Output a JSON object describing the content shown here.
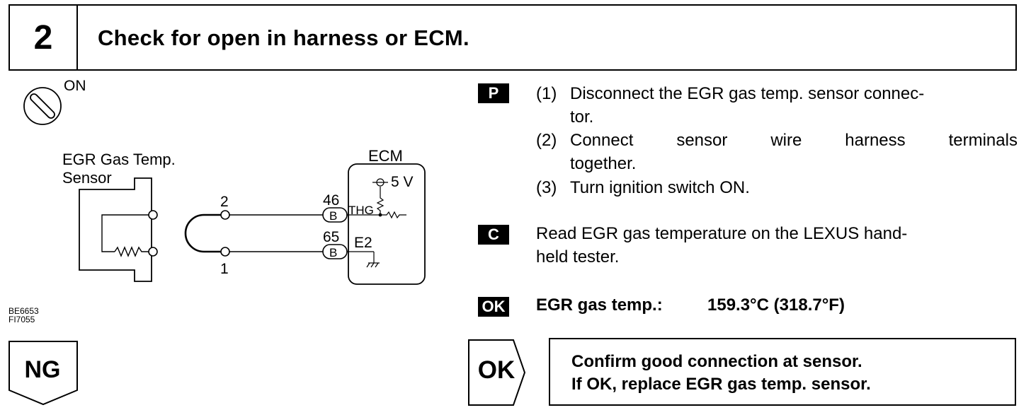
{
  "header": {
    "step_number": "2",
    "title": "Check for open in harness or ECM."
  },
  "diagram": {
    "ignition_label": "ON",
    "sensor_label_line1": "EGR Gas Temp.",
    "sensor_label_line2": "Sensor",
    "ecm_label": "ECM",
    "voltage_label": "5 V",
    "pin_2": "2",
    "pin_1": "1",
    "terminal_46": "46",
    "terminal_65": "65",
    "connector_b_1": "B",
    "connector_b_2": "B",
    "thg_label": "THG",
    "e2_label": "E2",
    "code_1": "BE6653",
    "code_2": "FI7055"
  },
  "ng_label": "NG",
  "procedure": {
    "p_badge": "P",
    "step1_num": "(1)",
    "step1_line1": "Disconnect the EGR gas temp. sensor connec-",
    "step1_line2": "tor.",
    "step2_num": "(2)",
    "step2_words": [
      "Connect",
      "sensor",
      "wire",
      "harness",
      "terminals"
    ],
    "step2_line2": "together.",
    "step3_num": "(3)",
    "step3_text": "Turn ignition switch ON.",
    "c_badge": "C",
    "c_line1": "Read EGR gas temperature on the LEXUS hand-",
    "c_line2": "held tester.",
    "ok_badge": "OK",
    "spec_label": "EGR gas temp.:",
    "spec_value": "159.3°C (318.7°F)"
  },
  "result": {
    "ok_label": "OK",
    "line1": "Confirm good connection at sensor.",
    "line2": "If OK, replace EGR gas temp. sensor."
  }
}
